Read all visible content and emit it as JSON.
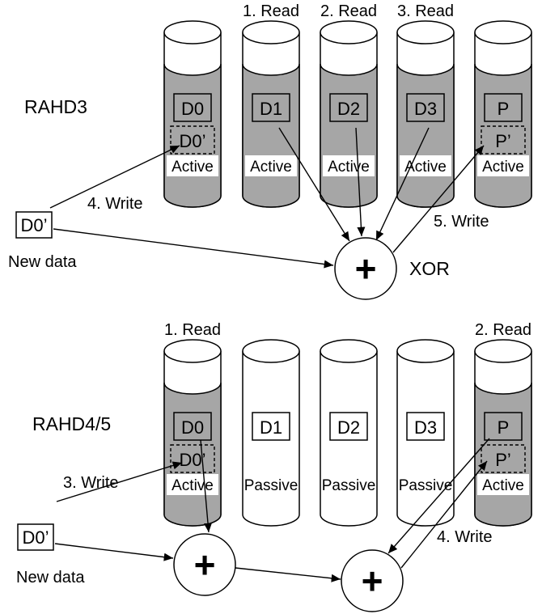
{
  "colors": {
    "active_fill": "#a6a6a6",
    "passive_fill": "#ffffff",
    "stroke": "#000000"
  },
  "top": {
    "title": "RAHD3",
    "xor_label": "XOR",
    "new_data_box": "D0’",
    "new_data_label": "New data",
    "disks": [
      {
        "read_label": "",
        "data": "D0",
        "new": "D0’",
        "status": "Active"
      },
      {
        "read_label": "1. Read",
        "data": "D1",
        "new": "",
        "status": "Active"
      },
      {
        "read_label": "2. Read",
        "data": "D2",
        "new": "",
        "status": "Active"
      },
      {
        "read_label": "3. Read",
        "data": "D3",
        "new": "",
        "status": "Active"
      },
      {
        "read_label": "",
        "data": "P",
        "new": "P’",
        "status": "Active"
      }
    ],
    "write_data_label": "4. Write",
    "write_parity_label": "5. Write",
    "xor_symbol": "+"
  },
  "bottom": {
    "title": "RAHD4/5",
    "new_data_box": "D0’",
    "new_data_label": "New data",
    "disks": [
      {
        "read_label": "1. Read",
        "data": "D0",
        "new": "D0’",
        "status": "Active"
      },
      {
        "read_label": "",
        "data": "D1",
        "new": "",
        "status": "Passive"
      },
      {
        "read_label": "",
        "data": "D2",
        "new": "",
        "status": "Passive"
      },
      {
        "read_label": "",
        "data": "D3",
        "new": "",
        "status": "Passive"
      },
      {
        "read_label": "2. Read",
        "data": "P",
        "new": "P’",
        "status": "Active"
      }
    ],
    "write_data_label": "3. Write",
    "write_parity_label": "4. Write",
    "xor1_symbol": "+",
    "xor2_symbol": "+"
  }
}
